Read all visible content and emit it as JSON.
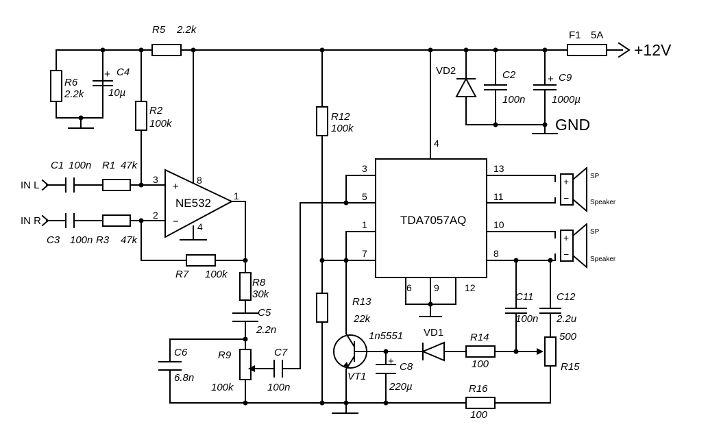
{
  "components": {
    "r5": {
      "ref": "R5",
      "value": "2.2k"
    },
    "r6": {
      "ref": "R6",
      "value": "2.2k"
    },
    "c4": {
      "ref": "C4",
      "value": "10µ"
    },
    "r2": {
      "ref": "R2",
      "value": "100k"
    },
    "c1": {
      "ref": "C1",
      "value": "100n"
    },
    "r1": {
      "ref": "R1",
      "value": "47k"
    },
    "c3": {
      "ref": "C3",
      "value": "100n"
    },
    "r3": {
      "ref": "R3",
      "value": "47k"
    },
    "r7": {
      "ref": "R7",
      "value": "100k"
    },
    "r8": {
      "ref": "R8",
      "value": "30k"
    },
    "c5": {
      "ref": "C5",
      "value": "2.2n"
    },
    "c6": {
      "ref": "C6",
      "value": "6.8n"
    },
    "r9": {
      "ref": "R9",
      "value": "100k"
    },
    "c7": {
      "ref": "C7",
      "value": "100n"
    },
    "r12": {
      "ref": "R12",
      "value": "100k"
    },
    "r13": {
      "ref": "R13",
      "value": "22k"
    },
    "vt1": {
      "ref": "VT1",
      "value": "1n5551"
    },
    "c8": {
      "ref": "C8",
      "value": "220µ"
    },
    "vd1": {
      "ref": "VD1"
    },
    "r14": {
      "ref": "R14",
      "value": "100"
    },
    "r16": {
      "ref": "R16",
      "value": "100"
    },
    "c11": {
      "ref": "C11",
      "value": "100n"
    },
    "c12": {
      "ref": "C12",
      "value": "2.2u"
    },
    "r15": {
      "ref": "R15",
      "value": "500"
    },
    "vd2": {
      "ref": "VD2"
    },
    "c2": {
      "ref": "C2",
      "value": "100n"
    },
    "c9": {
      "ref": "C9",
      "value": "1000µ"
    },
    "f1": {
      "ref": "F1",
      "value": "5A"
    }
  },
  "opamp": {
    "name": "NE532",
    "pin_plus": "3",
    "pin_minus": "2",
    "pin_vcc": "8",
    "pin_gnd": "4",
    "pin_out": "1",
    "plus_sign": "+",
    "minus_sign": "−"
  },
  "ic": {
    "name": "TDA7057AQ",
    "pins": {
      "p3": "3",
      "p5": "5",
      "p1": "1",
      "p7": "7",
      "p4": "4",
      "p13": "13",
      "p11": "11",
      "p10": "10",
      "p8": "8",
      "p6": "6",
      "p9": "9",
      "p12": "12"
    }
  },
  "labels": {
    "in_l": "IN L",
    "in_r": "IN R",
    "supply": "+12V",
    "gnd": "GND",
    "sp": "SP",
    "speaker": "Speaker",
    "plus": "+",
    "minus": "−"
  }
}
